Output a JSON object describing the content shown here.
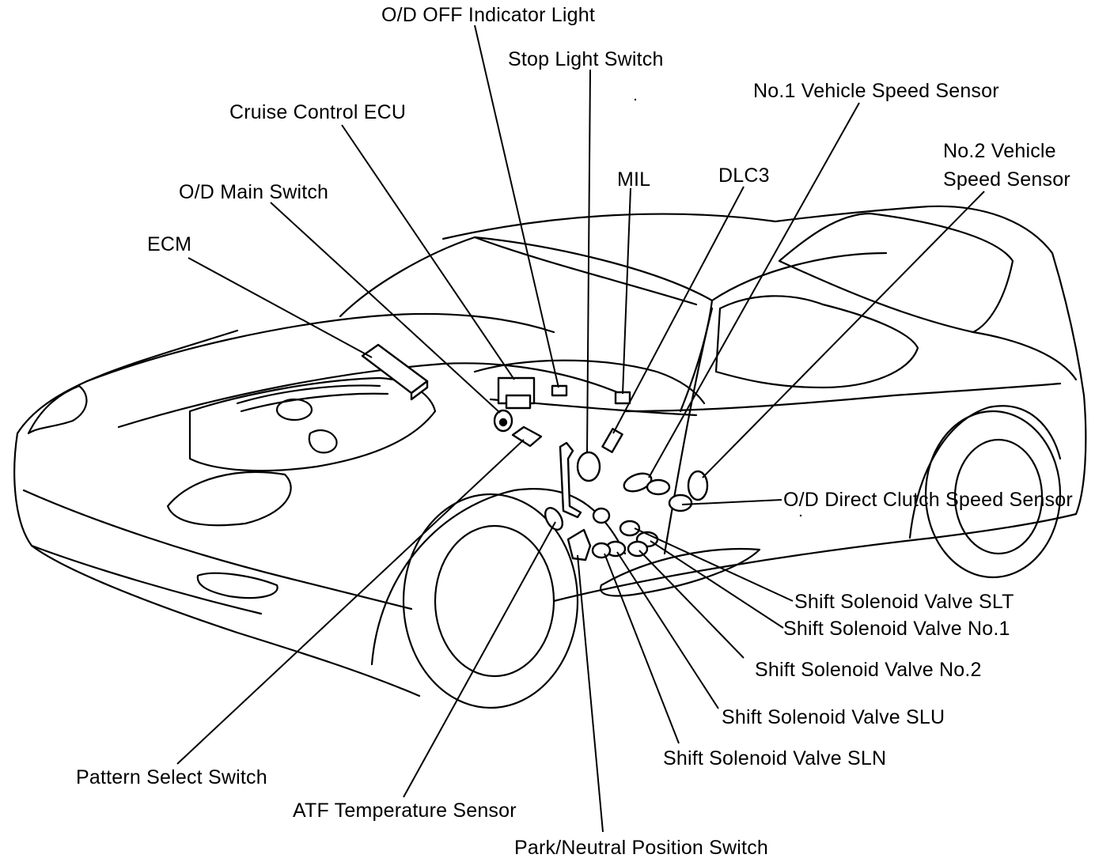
{
  "labels": {
    "od_off_indicator_light": "O/D OFF Indicator Light",
    "stop_light_switch": "Stop Light Switch",
    "cruise_control_ecu": "Cruise Control ECU",
    "no1_vehicle_speed_sensor": "No.1 Vehicle Speed Sensor",
    "no2_vehicle_speed_sensor_line1": "No.2 Vehicle",
    "no2_vehicle_speed_sensor_line2": "Speed Sensor",
    "mil": "MIL",
    "dlc3": "DLC3",
    "od_main_switch": "O/D Main Switch",
    "ecm": "ECM",
    "od_direct_clutch_speed_sensor": "O/D Direct Clutch Speed Sensor",
    "shift_solenoid_valve_slt": "Shift Solenoid Valve SLT",
    "shift_solenoid_valve_no1": "Shift Solenoid Valve No.1",
    "shift_solenoid_valve_no2": "Shift Solenoid Valve No.2",
    "shift_solenoid_valve_slu": "Shift Solenoid Valve SLU",
    "shift_solenoid_valve_sln": "Shift Solenoid Valve SLN",
    "pattern_select_switch": "Pattern Select Switch",
    "atf_temperature_sensor": "ATF Temperature Sensor",
    "park_neutral_position_switch": "Park/Neutral Position Switch"
  }
}
